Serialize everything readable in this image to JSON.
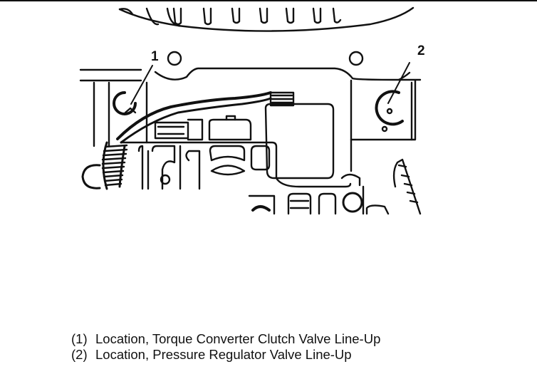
{
  "figure": {
    "description": "Valve body line-up locations illustration",
    "callouts": [
      {
        "id": "1",
        "label": "1"
      },
      {
        "id": "2",
        "label": "2"
      }
    ]
  },
  "legend": {
    "items": [
      {
        "number": "(1)",
        "text": "Location, Torque Converter Clutch Valve Line-Up"
      },
      {
        "number": "(2)",
        "text": "Location, Pressure Regulator Valve Line-Up"
      }
    ]
  }
}
